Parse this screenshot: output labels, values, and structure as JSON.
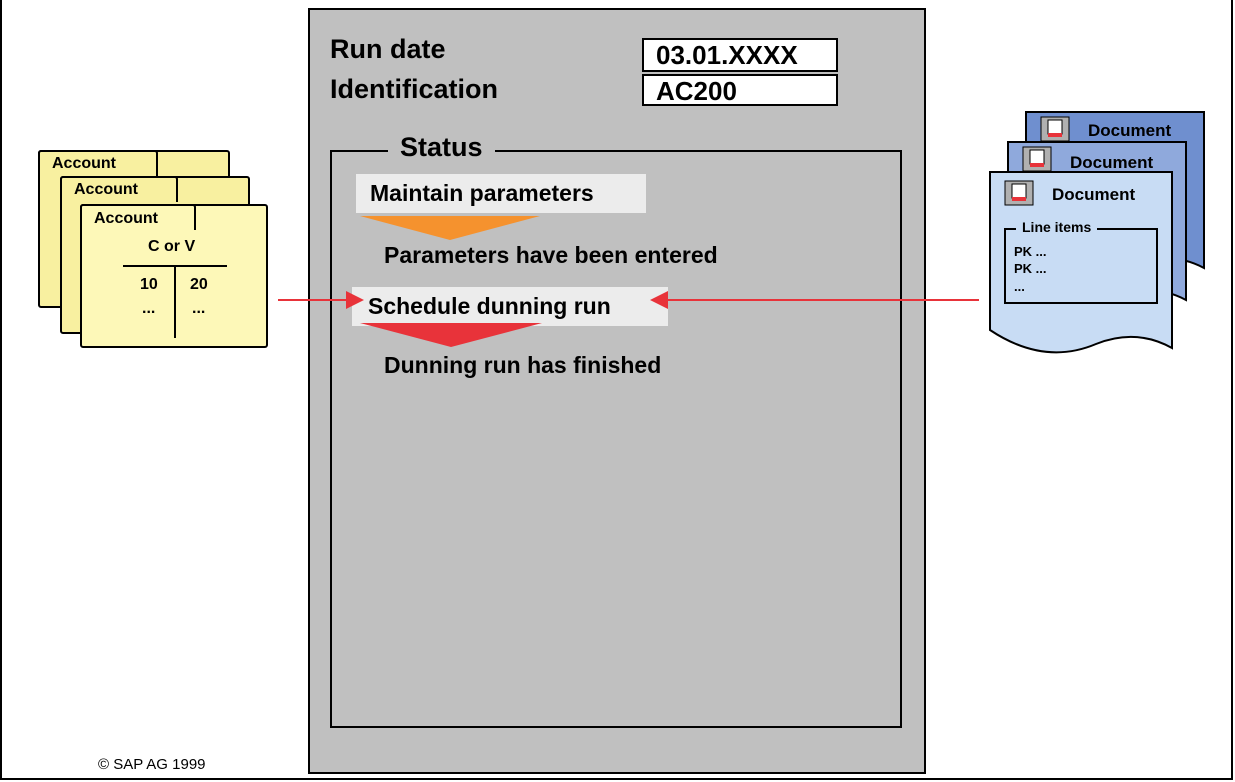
{
  "panel": {
    "run_date_label": "Run date",
    "run_date_value": "03.01.XXXX",
    "identification_label": "Identification",
    "identification_value": "AC200",
    "status_title": "Status",
    "steps": [
      {
        "label": "Maintain parameters",
        "result": "Parameters have been entered",
        "arrow_color": "#f5922e"
      },
      {
        "label": "Schedule dunning run",
        "result": "Dunning run has finished",
        "arrow_color": "#e8333a"
      }
    ]
  },
  "accounts": {
    "folder_labels": [
      "Account",
      "Account",
      "Account"
    ],
    "t_account_title": "C or V",
    "left_values": [
      "10",
      "..."
    ],
    "right_values": [
      "20",
      "..."
    ],
    "color": "#fdf8b8"
  },
  "documents": {
    "titles": [
      "Document",
      "Document",
      "Document"
    ],
    "line_items_label": "Line items",
    "line_items": [
      "PK ...",
      "PK ...",
      "..."
    ],
    "back_color": "#6f8fcf",
    "front_color": "#c8dcf4"
  },
  "connector_color": "#e8333a",
  "footer": {
    "copyright": "© SAP AG 1999"
  }
}
